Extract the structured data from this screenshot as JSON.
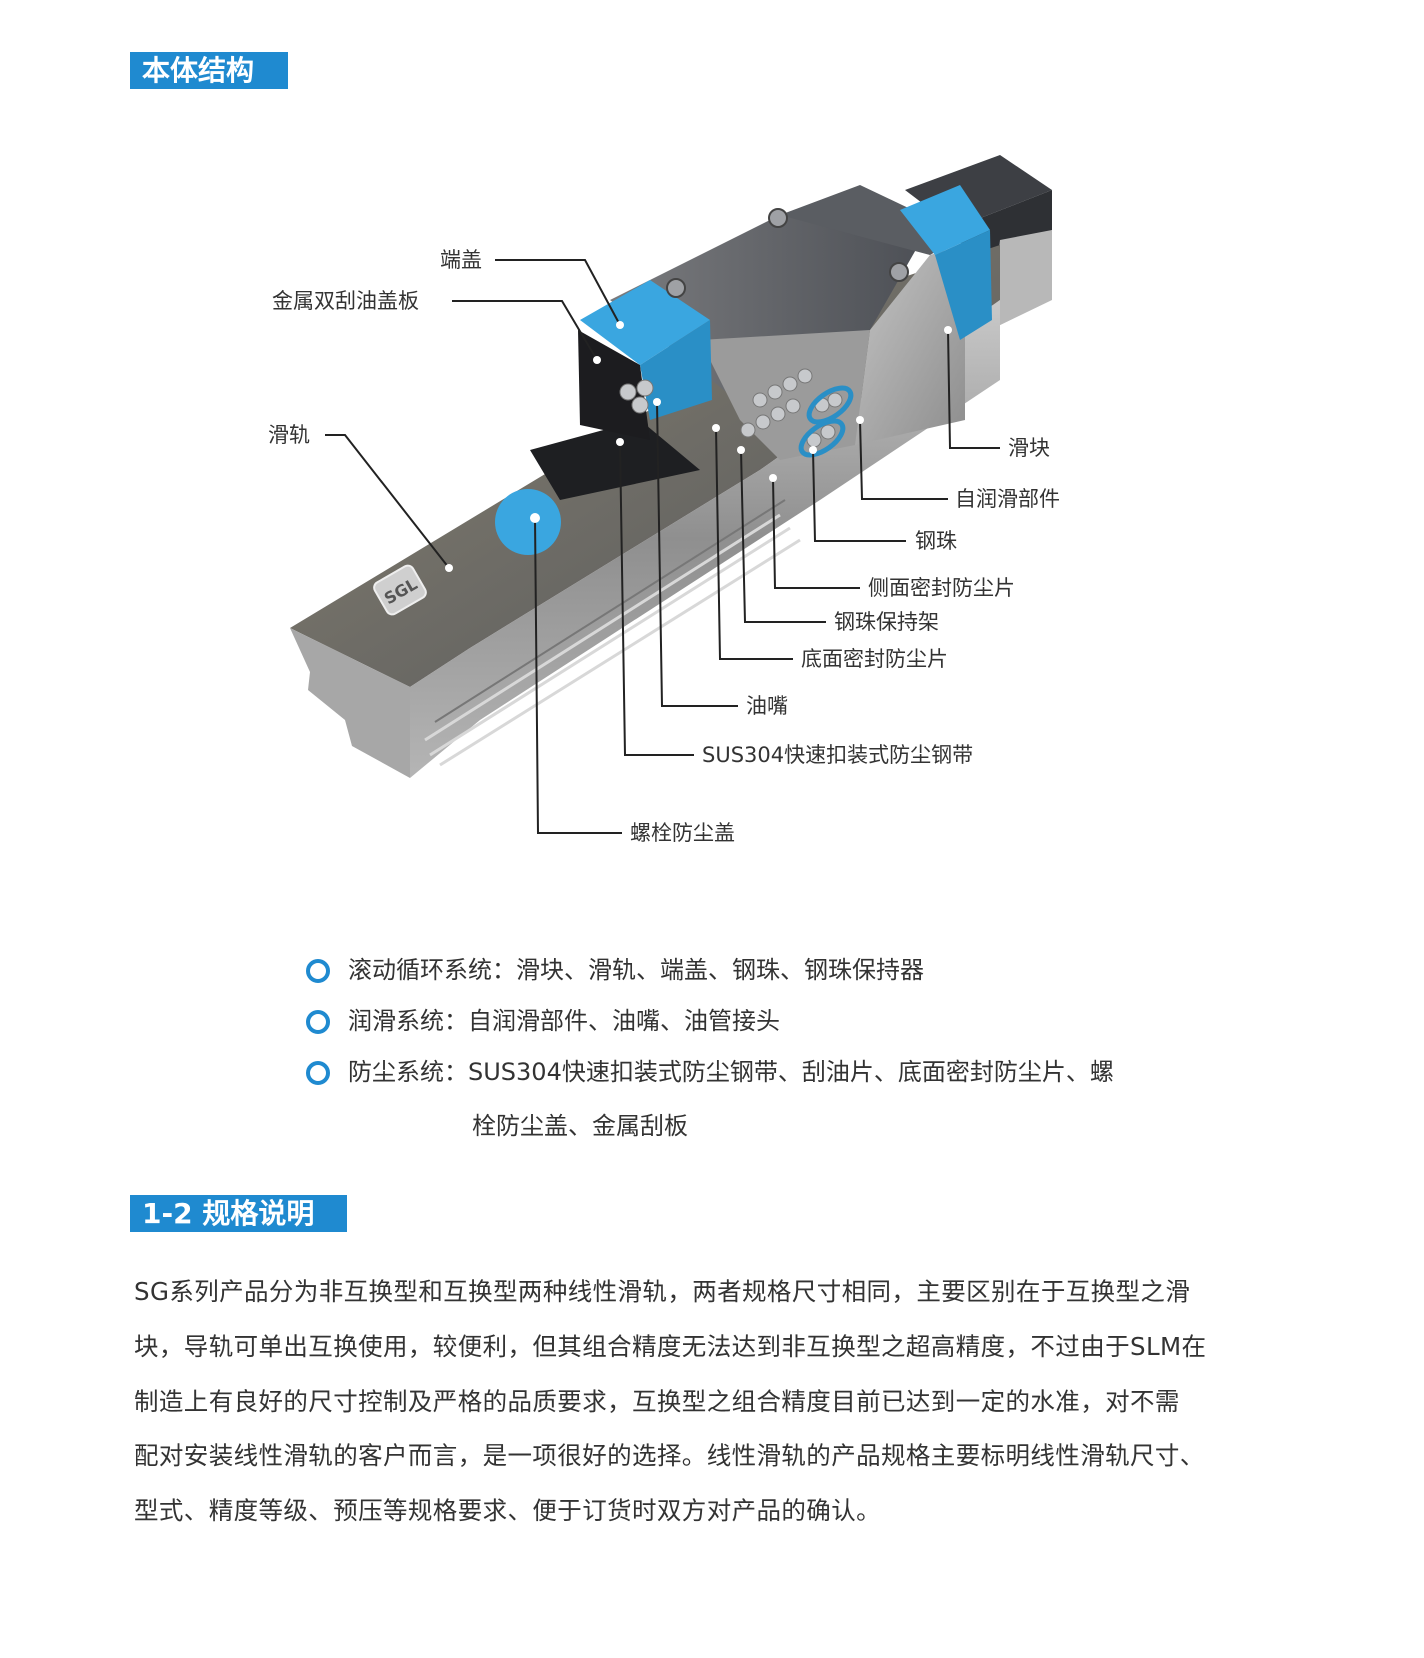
{
  "section1": {
    "title": "本体结构",
    "diagram_labels": {
      "end_cap": "端盖",
      "metal_wiper_plate": "金属双刮油盖板",
      "rail": "滑轨",
      "block": "滑块",
      "self_lubricating_part": "自润滑部件",
      "steel_ball": "钢珠",
      "side_seal": "侧面密封防尘片",
      "ball_retainer": "钢珠保持架",
      "bottom_seal": "底面密封防尘片",
      "grease_nipple": "油嘴",
      "dust_strip": "SUS304快速扣装式防尘钢带",
      "bolt_cap": "螺栓防尘盖"
    },
    "bullets": [
      {
        "text": "滚动循环系统：滑块、滑轨、端盖、钢珠、钢珠保持器"
      },
      {
        "text": "润滑系统：自润滑部件、油嘴、油管接头"
      },
      {
        "text": "防尘系统：SUS304快速扣装式防尘钢带、刮油片、底面密封防尘片、螺",
        "continuation": "栓防尘盖、金属刮板"
      }
    ]
  },
  "section2": {
    "title": "1-2  规格说明",
    "paragraph_lines": [
      "SG系列产品分为非互换型和互换型两种线性滑轨，两者规格尺寸相同，主要区别在于互换型之滑",
      "块，导轨可单出互换使用，较便利，但其组合精度无法达到非互换型之超高精度，不过由于SLM在",
      "制造上有良好的尺寸控制及严格的品质要求，互换型之组合精度目前已达到一定的水准，对不需",
      "配对安装线性滑轨的客户而言，是一项很好的选择。线性滑轨的产品规格主要标明线性滑轨尺寸、",
      "型式、精度等级、预压等规格要求、便于订货时双方对产品的确认。"
    ]
  },
  "colors": {
    "header_blue": "#1f8ad0",
    "accent_blue": "#3aa6e0",
    "text": "#333333"
  }
}
